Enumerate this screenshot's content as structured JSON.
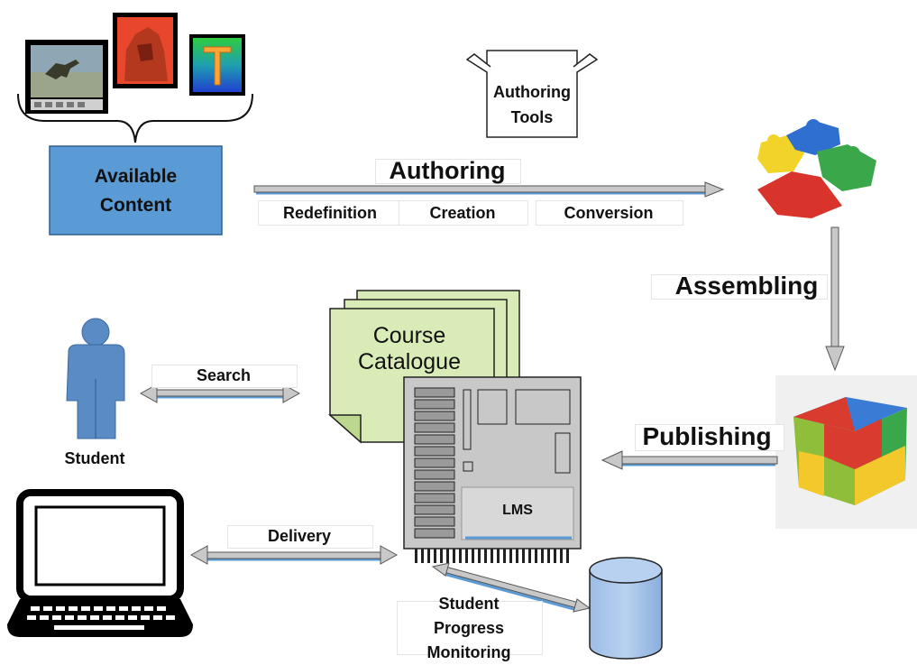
{
  "available_content": {
    "label_line1": "Available",
    "label_line2": "Content"
  },
  "authoring_tools": {
    "line1": "Authoring",
    "line2": "Tools"
  },
  "authoring": {
    "title": "Authoring",
    "steps": [
      "Redefinition",
      "Creation",
      "Conversion"
    ]
  },
  "assembling": "Assembling",
  "publishing": "Publishing",
  "course_catalogue": {
    "line1": "Course",
    "line2": "Catalogue"
  },
  "lms": "LMS",
  "student": {
    "label": "Student",
    "search": "Search"
  },
  "delivery": "Delivery",
  "monitoring": {
    "line1": "Student",
    "line2": "Progress",
    "line3": "Monitoring"
  },
  "colors": {
    "content_box": "#5b9bd5",
    "catalogue": "#d9ecb7",
    "person": "#5b8bc4",
    "server": "#c8c8c8",
    "database": "#a9c5e8"
  }
}
